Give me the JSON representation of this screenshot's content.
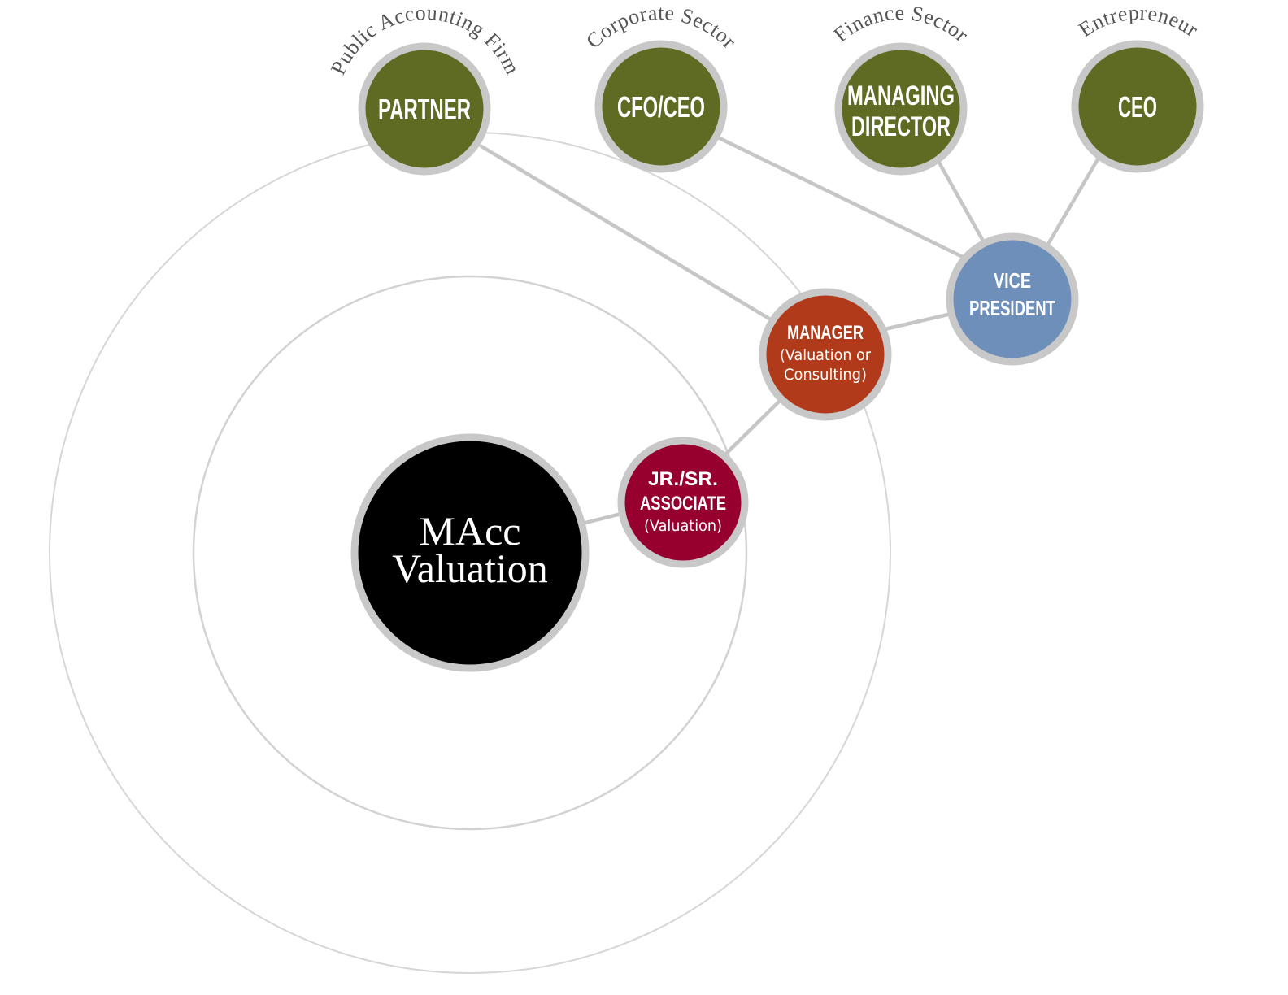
{
  "center": {
    "line1": "MAcc",
    "line2": "Valuation",
    "color": "#000000"
  },
  "associate": {
    "line1": "JR./SR.",
    "line2": "ASSOCIATE",
    "sub": "(Valuation)",
    "color": "#97002e"
  },
  "manager": {
    "line1": "MANAGER",
    "sub1": "(Valuation or",
    "sub2": "Consulting)",
    "color": "#b13a1a"
  },
  "vp": {
    "line1": "VICE",
    "line2": "PRESIDENT",
    "color": "#6e8fb9"
  },
  "tracks": [
    {
      "sector": "Public Accounting Firm",
      "role_line1": "PARTNER",
      "role_line2": "",
      "color": "#5f6b22"
    },
    {
      "sector": "Corporate Sector",
      "role_line1": "CFO/CEO",
      "role_line2": "",
      "color": "#5f6b22"
    },
    {
      "sector": "Finance Sector",
      "role_line1": "MANAGING",
      "role_line2": "DIRECTOR",
      "color": "#5f6b22"
    },
    {
      "sector": "Entrepreneur",
      "role_line1": "CEO",
      "role_line2": "",
      "color": "#5f6b22"
    }
  ]
}
